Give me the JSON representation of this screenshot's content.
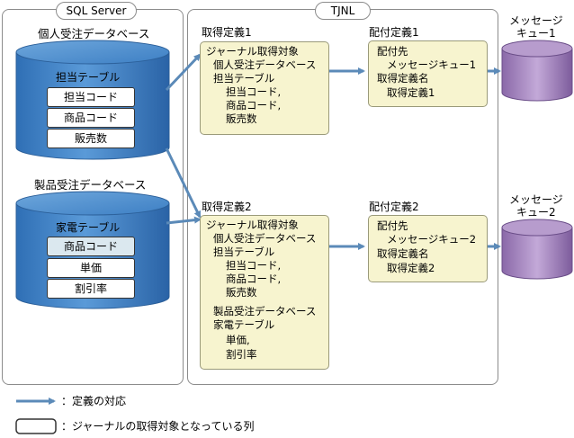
{
  "sql_server": {
    "label": "SQL Server",
    "db1": {
      "name": "個人受注データベース",
      "table": "担当テーブル",
      "columns": [
        "担当コード",
        "商品コード",
        "販売数"
      ]
    },
    "db2": {
      "name": "製品受注データベース",
      "table": "家電テーブル",
      "columns": [
        "商品コード",
        "単価",
        "割引率"
      ]
    }
  },
  "tjnl": {
    "label": "TJNL",
    "acq1": {
      "title": "取得定義1",
      "lines": [
        "ジャーナル取得対象",
        "個人受注データベース",
        "担当テーブル",
        "担当コード,",
        "商品コード,",
        "販売数"
      ]
    },
    "acq2": {
      "title": "取得定義2",
      "lines": [
        "ジャーナル取得対象",
        "個人受注データベース",
        "担当テーブル",
        "担当コード,",
        "商品コード,",
        "販売数",
        "製品受注データベース",
        "家電テーブル",
        "単価,",
        "割引率"
      ]
    },
    "dist1": {
      "title": "配付定義1",
      "lines": [
        "配付先",
        "メッセージキュー1",
        "取得定義名",
        "取得定義1"
      ]
    },
    "dist2": {
      "title": "配付定義2",
      "lines": [
        "配付先",
        "メッセージキュー2",
        "取得定義名",
        "取得定義2"
      ]
    }
  },
  "queues": {
    "q1": [
      "メッセージ",
      "キュー1"
    ],
    "q2": [
      "メッセージ",
      "キュー2"
    ]
  },
  "legend": {
    "arrow": "：定義の対応",
    "box": "：ジャーナルの取得対象となっている列"
  },
  "colors": {
    "cylinder_blue": "#3f7fc7",
    "queue_purple": "#9977b4",
    "arrow": "#5b8ab8",
    "definition_box": "#f7f4cf"
  }
}
